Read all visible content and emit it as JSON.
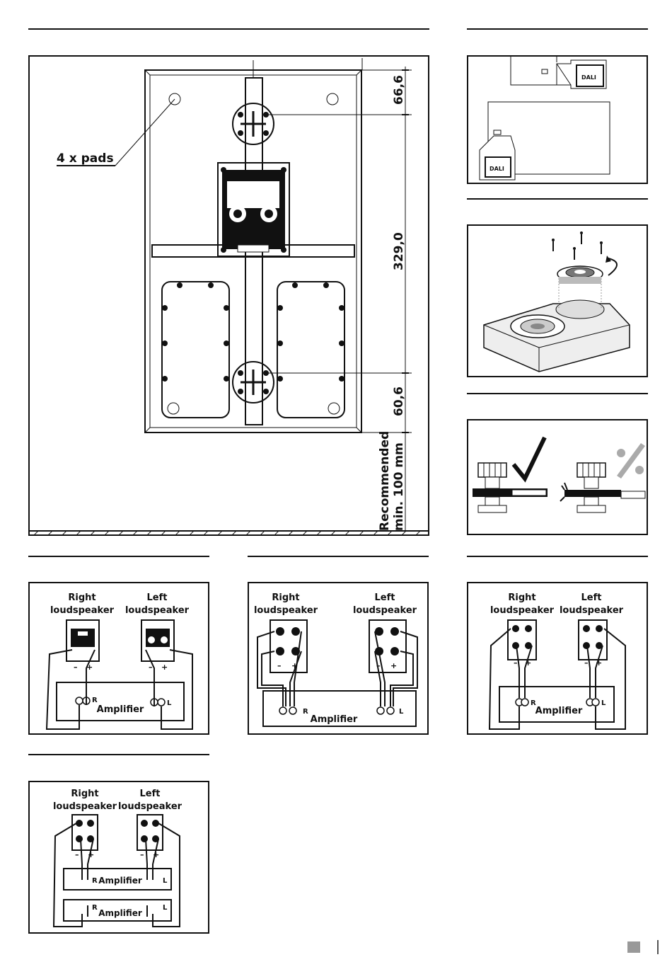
{
  "main_figure": {
    "pads_label": "4 x pads",
    "dim_top": "66,6",
    "dim_mid": "329,0",
    "dim_bottom": "60,6",
    "recommended_line1": "Recommended",
    "recommended_line2": "min. 100 mm"
  },
  "logo_text": "DALI",
  "wiring": {
    "right_label_1": "Right",
    "right_label_2": "loudspeaker",
    "left_label_1": "Left",
    "left_label_2": "loudspeaker",
    "amplifier": "Amplifier",
    "ch_r": "R",
    "ch_l": "L",
    "minus": "–",
    "plus": "+"
  },
  "colors": {
    "ink": "#111111",
    "page_mark": "#999999",
    "check_grey": "#aaaaaa"
  }
}
